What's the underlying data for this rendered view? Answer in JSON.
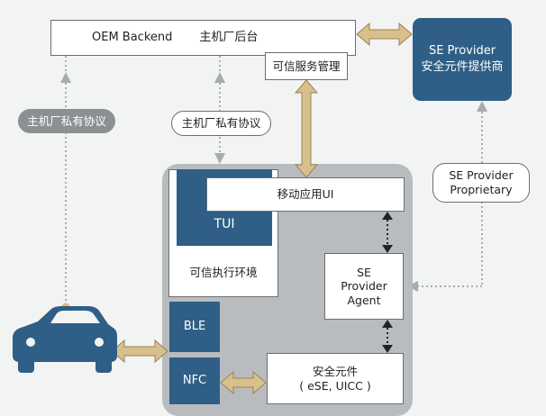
{
  "nodes": {
    "oem_backend": {
      "en": "OEM Backend",
      "zh": "主机厂后台"
    },
    "trusted_service_mgmt": "可信服务管理",
    "se_provider": {
      "line1": "SE  Provider",
      "line2": "安全元件提供商"
    },
    "mobile_app_ui": "移动应用UI",
    "tui": "TUI",
    "tee": "可信执行环境",
    "se_provider_agent": {
      "line1": "SE",
      "line2": "Provider",
      "line3": "Agent"
    },
    "ble": "BLE",
    "nfc": "NFC",
    "secure_element": {
      "line1": "安全元件",
      "line2": "( eSE, UICC )"
    }
  },
  "labels": {
    "oem_private_protocol_left": "主机厂私有协议",
    "oem_private_protocol_mid": "主机厂私有协议",
    "se_provider_proprietary": {
      "line1": "SE  Provider",
      "line2": "Proprietary"
    }
  },
  "colors": {
    "dark_blue": "#2f5f86",
    "gray_container": "#b9bcbf",
    "gold_arrow": "#d8c08c",
    "gray_pill": "#8d9093"
  },
  "icons": [
    "car-icon"
  ]
}
